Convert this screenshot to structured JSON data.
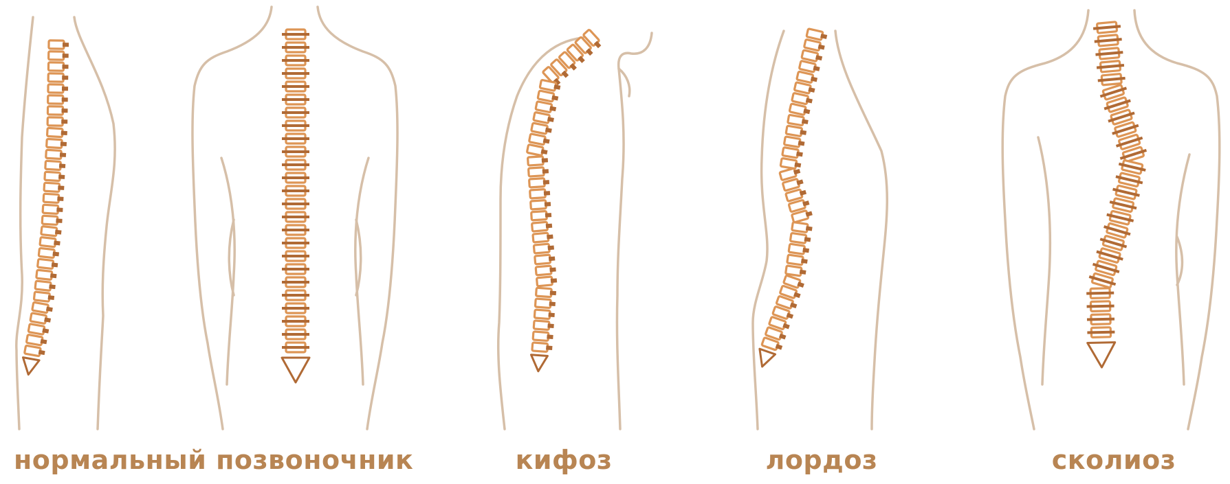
{
  "colors": {
    "body_outline": "#d6bfa8",
    "vertebra_fill": "#dd9555",
    "vertebra_stroke": "#b06a35",
    "caption": "#b88553"
  },
  "labels": {
    "normal": "нормальный позвоночник",
    "kyphosis": "кифоз",
    "lordosis": "лордоз",
    "scoliosis": "сколиоз"
  }
}
